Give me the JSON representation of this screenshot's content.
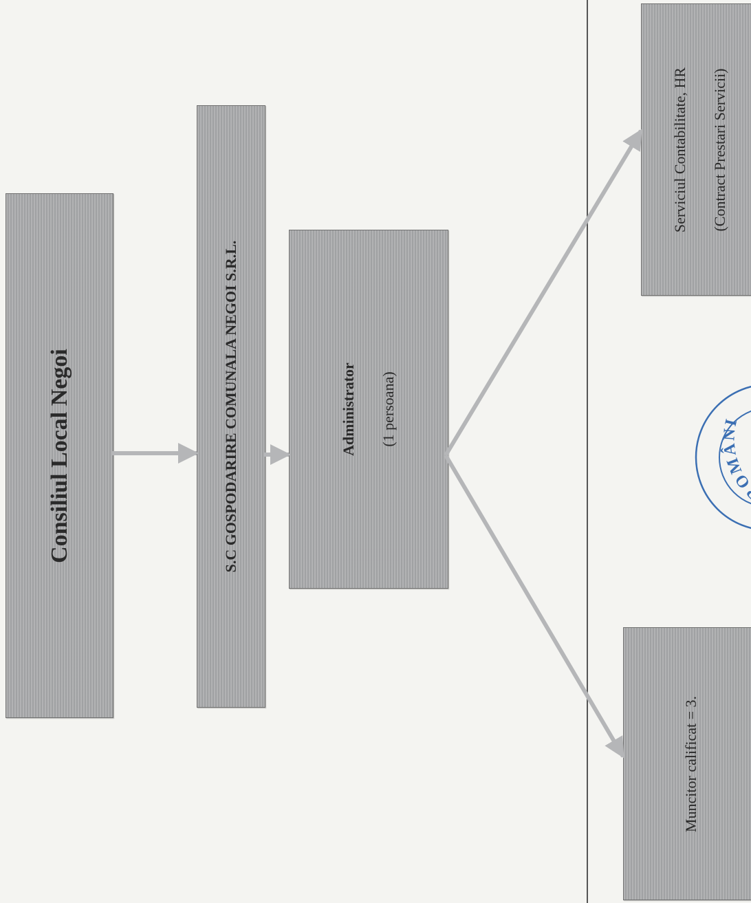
{
  "diagram": {
    "nodes": {
      "council": {
        "label": "Consiliul Local Negoi"
      },
      "company": {
        "label": "S.C GOSPODARIRE COMUNALA NEGOI S.R.L."
      },
      "administrator": {
        "title": "Administrator",
        "subtitle": "(1 persoana)"
      },
      "accounting": {
        "line1": "Serviciul Contabilitate, HR",
        "line2": "(Contract Prestari Servicii)"
      },
      "workers": {
        "label": "Muncitor calificat = 3."
      }
    },
    "stamp": {
      "text": "ROMÂNI"
    },
    "colors": {
      "box": "#a9aaac",
      "arrow": "#b5b6b8",
      "divider": "#555555",
      "stamp": "#3b6fb3"
    }
  }
}
